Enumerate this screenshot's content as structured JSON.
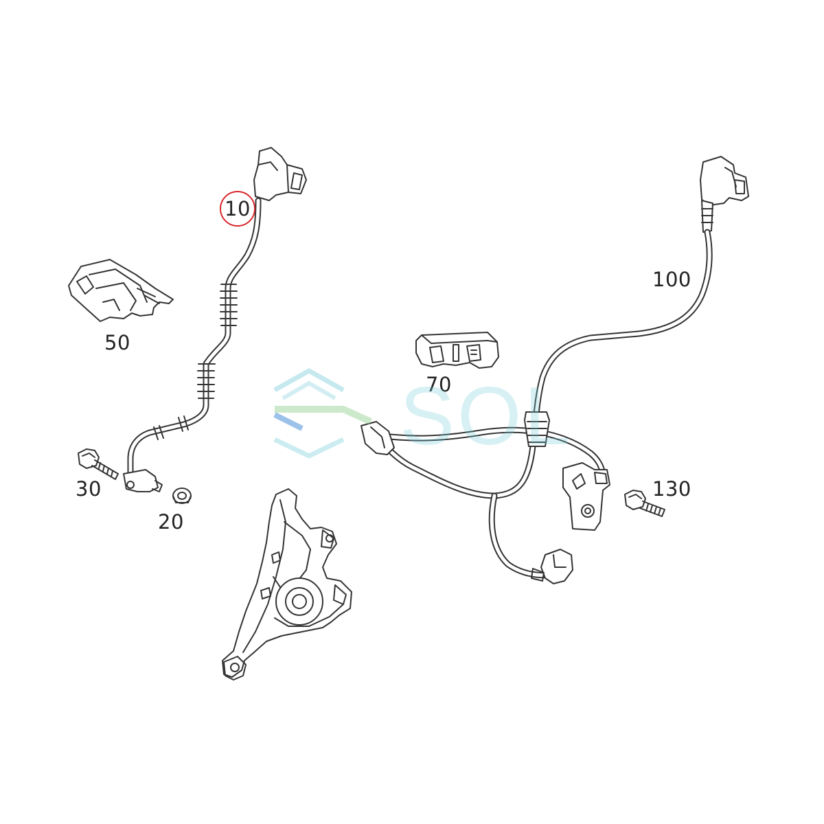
{
  "diagram": {
    "callouts": [
      {
        "id": "c10",
        "label": "10",
        "highlighted": true
      },
      {
        "id": "c20",
        "label": "20"
      },
      {
        "id": "c30",
        "label": "30"
      },
      {
        "id": "c50",
        "label": "50"
      },
      {
        "id": "c70",
        "label": "70"
      },
      {
        "id": "c100",
        "label": "100"
      },
      {
        "id": "c130",
        "label": "130"
      }
    ],
    "highlight_color": "#d8262b",
    "line_color": "#333333"
  },
  "watermark": {
    "text": "SOL",
    "logo_colors": [
      "#7ecfdc",
      "#8fd18b",
      "#4a90d9"
    ]
  }
}
